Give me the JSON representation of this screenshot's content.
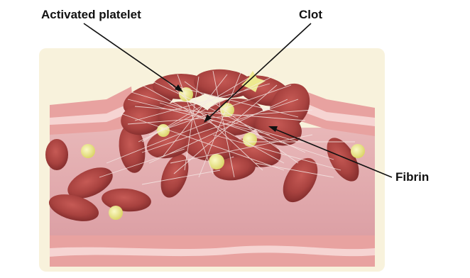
{
  "labels": {
    "activated_platelet": "Activated platelet",
    "clot": "Clot",
    "fibrin": "Fibrin"
  },
  "colors": {
    "background_panel": "#f8f2dc",
    "vessel_wall": "#e8a2a0",
    "vessel_wall_stripe": "#f6d4d2",
    "lumen": "#e4adb0",
    "red_blood_cell": "#a8423f",
    "red_blood_cell_dark": "#7e2a2a",
    "platelet": "#ede98f",
    "fibrin": "#f4e7e4",
    "pointer": "#111111"
  }
}
